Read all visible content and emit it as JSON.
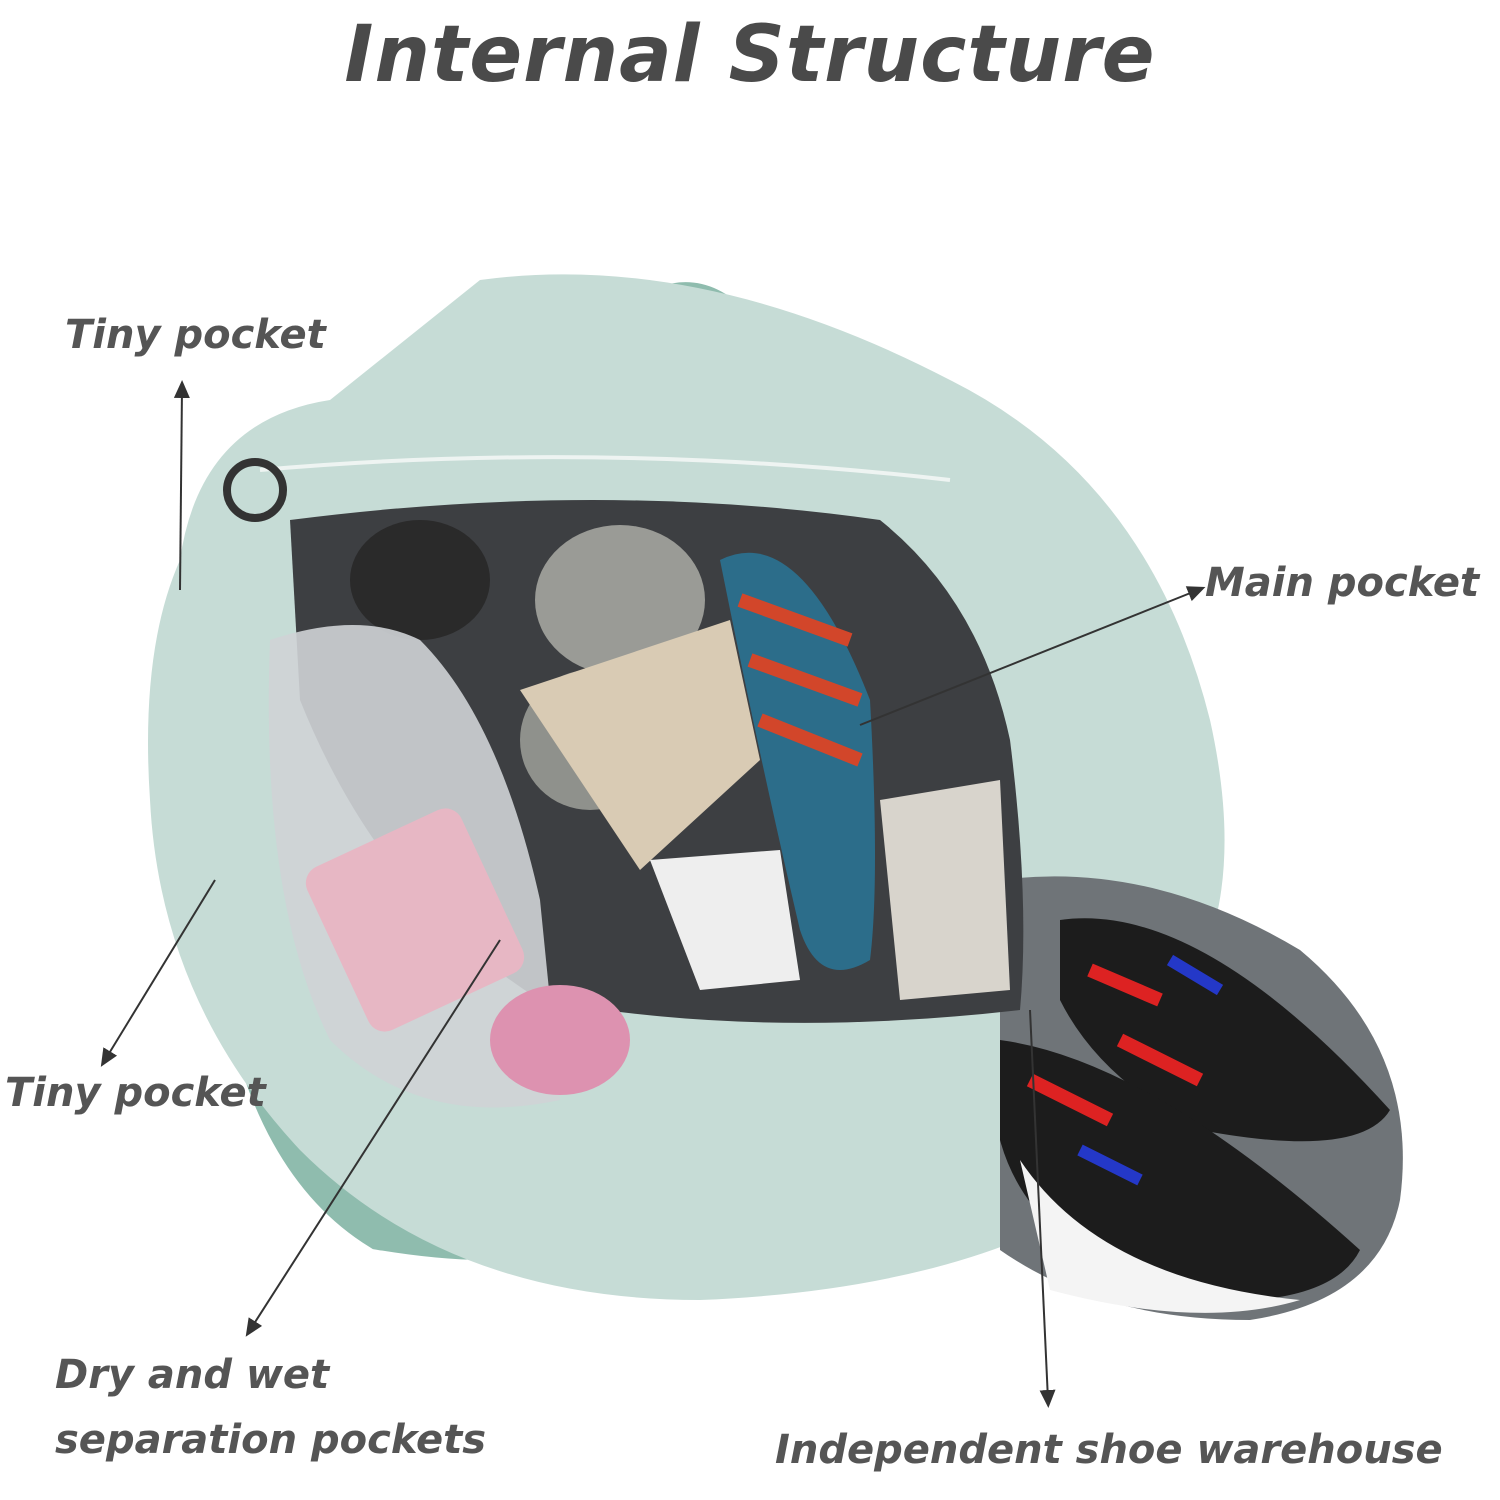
{
  "title": "Internal Structure",
  "labels": {
    "tiny_pocket_top": "Tiny pocket",
    "main_pocket": "Main pocket",
    "tiny_pocket_bottom": "Tiny pocket",
    "dry_wet_line1": "Dry and wet",
    "dry_wet_line2": "separation pockets",
    "shoe_warehouse": "Independent shoe warehouse"
  },
  "colors": {
    "bag": "#c6dcd6",
    "strap": "#8fbcae",
    "text": "#4a4a4a"
  }
}
